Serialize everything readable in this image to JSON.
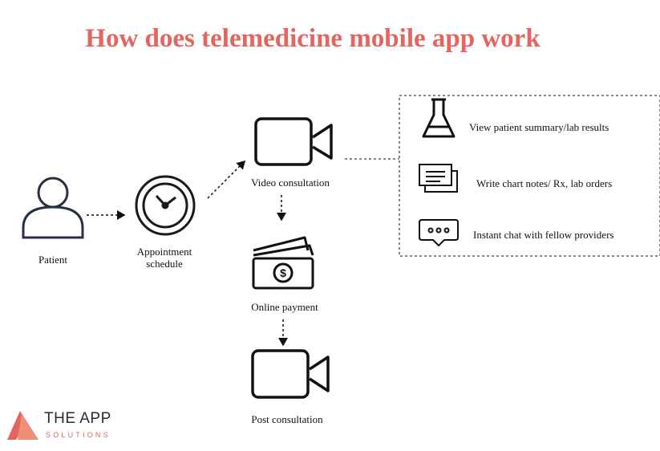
{
  "title": "How does telemedicine mobile app work",
  "nodes": {
    "patient": "Patient",
    "appointment_line1": "Appointment",
    "appointment_line2": "schedule",
    "video": "Video consultation",
    "payment": "Online payment",
    "post": "Post consultation"
  },
  "features": [
    {
      "label": "View patient summary/lab results",
      "icon": "flask-icon"
    },
    {
      "label": "Write chart notes/ Rx, lab orders",
      "icon": "notes-icon"
    },
    {
      "label": "Instant chat with fellow providers",
      "icon": "chat-icon"
    }
  ],
  "logo": {
    "name": "THE APP",
    "tagline": "SOLUTIONS"
  },
  "colors": {
    "title": "#e4655f",
    "icon_stroke": "#1a1a1a",
    "logo_accent": "#e4655f"
  }
}
